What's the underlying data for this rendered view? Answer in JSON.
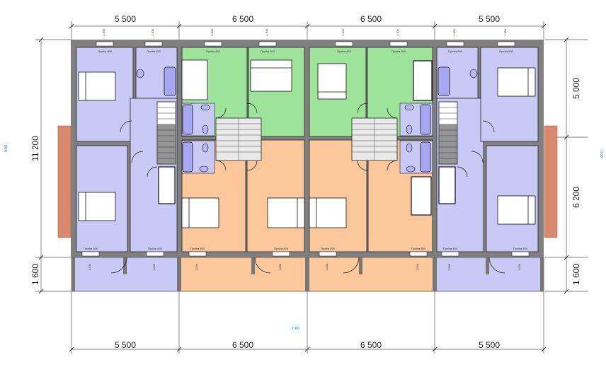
{
  "dimensions": {
    "top": [
      "5 500",
      "6 500",
      "6 500",
      "5 500"
    ],
    "bottom": [
      "5 500",
      "6 500",
      "6 500",
      "5 500"
    ],
    "left_total": "11 200",
    "left_porch": "1 600",
    "right_upper": "5 000",
    "right_lower": "6 200",
    "right_porch": "1 600"
  },
  "level_marks": {
    "left": "0.00",
    "right": "0.00",
    "bottom": "0.00"
  },
  "window_labels": {
    "top": [
      "Проём 800",
      "Проём 800",
      "Проём 800",
      "Проём 800",
      "Проём 800",
      "Проём 800",
      "Проём 800",
      "Проём 800"
    ],
    "bottom": [
      "Проём 800",
      "Проём 800",
      "Проём 800",
      "Проём 800",
      "Проём 800",
      "Проём 800",
      "Проём 800",
      "Проём 800"
    ]
  },
  "window_heights": "1 200",
  "colors": {
    "lavender": "#c9c9f6",
    "green": "#9ee39a",
    "orange": "#fbc79b",
    "wall": "#808080",
    "brick": "#d98a6e"
  }
}
